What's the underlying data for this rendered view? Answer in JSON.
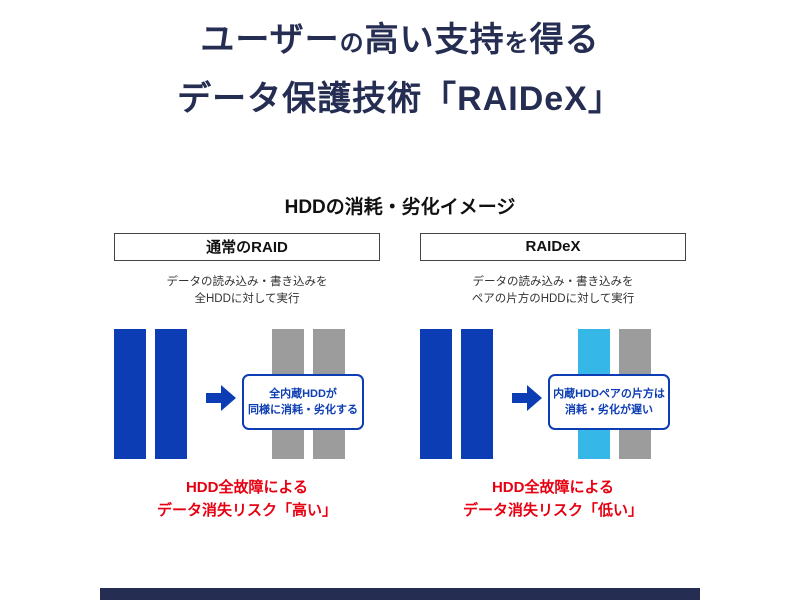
{
  "title": {
    "line1_parts": [
      {
        "t": "ユーザー",
        "s": "big"
      },
      {
        "t": "の",
        "s": "small"
      },
      {
        "t": "高い支持",
        "s": "big"
      },
      {
        "t": "を",
        "s": "small"
      },
      {
        "t": "得る",
        "s": "big"
      }
    ],
    "line2": "データ保護技術「RAIDeX」"
  },
  "section": {
    "heading": "HDDの消耗・劣化イメージ"
  },
  "panels": [
    {
      "header": "通常のRAID",
      "desc1": "データの読み込み・書き込みを",
      "desc2": "全HDDに対して実行",
      "callout1": "全内蔵HDDが",
      "callout2": "同様に消耗・劣化する",
      "risk1": "HDD全故障による",
      "risk2": "データ消失リスク「高い」",
      "bars": [
        "blue",
        "blue",
        "gray",
        "gray"
      ]
    },
    {
      "header": "RAIDeX",
      "desc1": "データの読み込み・書き込みを",
      "desc2": "ペアの片方のHDDに対して実行",
      "callout1": "内蔵HDDペアの片方は",
      "callout2": "消耗・劣化が遅い",
      "risk1": "HDD全故障による",
      "risk2": "データ消失リスク「低い」",
      "bars": [
        "blue",
        "blue",
        "cyan",
        "gray"
      ]
    }
  ],
  "colors": {
    "title_navy": "#252e52",
    "footer_navy": "#252e52",
    "bar_blue": "#0c3db4",
    "bar_gray": "#9c9c9c",
    "bar_cyan": "#35b7e8",
    "callout_blue": "#0c3db4",
    "risk_red": "#e60012"
  }
}
